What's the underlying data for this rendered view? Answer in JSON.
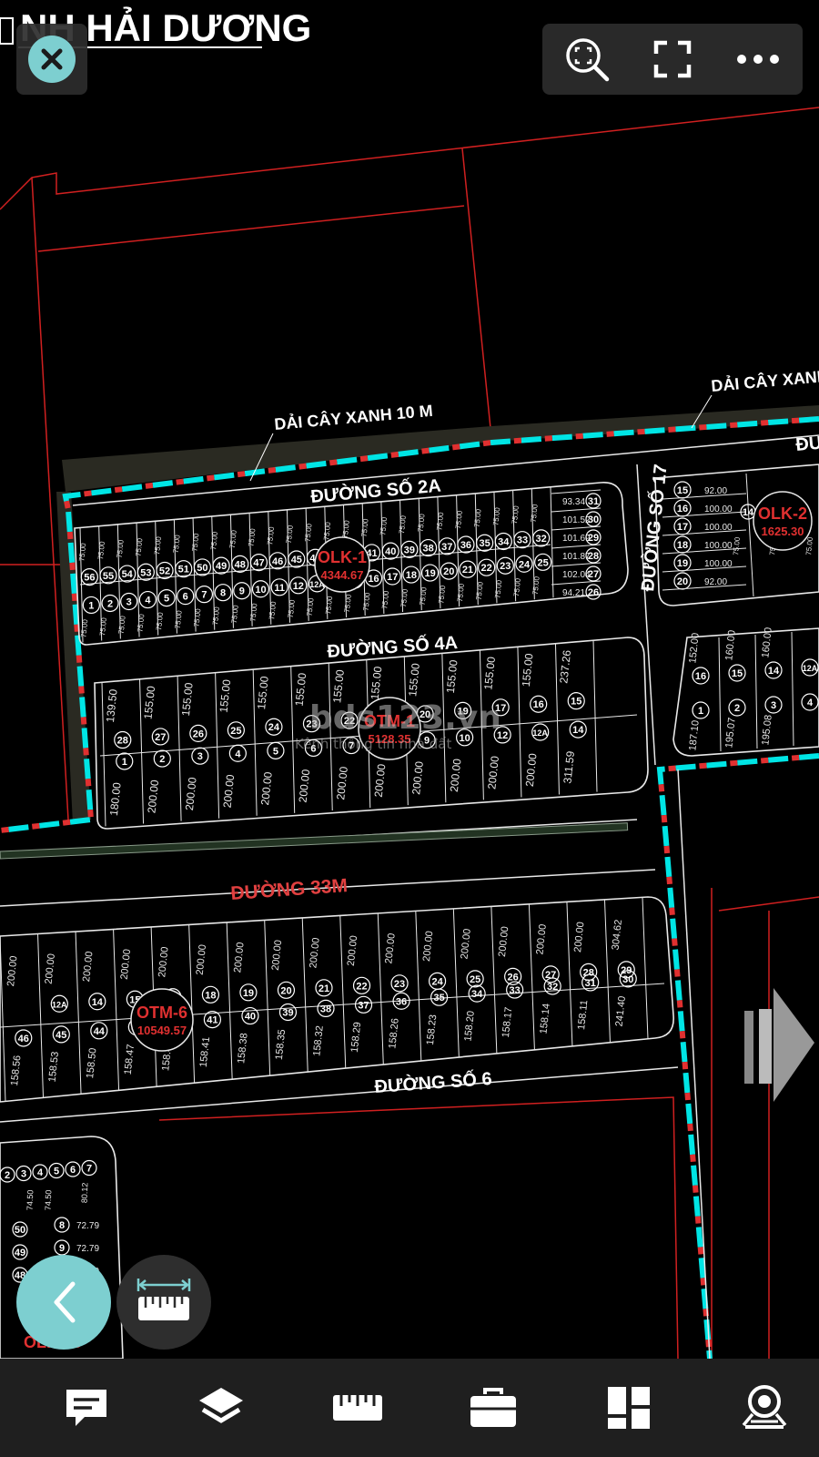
{
  "map": {
    "title": "NH HẢI DƯƠNG",
    "green_strip_left": "DẢI CÂY XANH 10 M",
    "green_strip_right": "DẢI CÂY XANH",
    "roads": {
      "r2a": "ĐƯỜNG SỐ 2A",
      "r4a": "ĐƯỜNG SỐ 4A",
      "r17": "ĐƯỜNG SỐ 17",
      "r33": "ĐƯỜNG 33M",
      "r6": "ĐƯỜNG SỐ 6",
      "r_top_right": "ĐƯ"
    },
    "blocks": [
      {
        "code": "OLK-1",
        "area": "4344.67"
      },
      {
        "code": "OLK-2",
        "area": "1625.30"
      },
      {
        "code": "OTM-1",
        "area": "5128.35"
      },
      {
        "code": "OTM-6",
        "area": "10549.57"
      },
      {
        "code": "OLK-10",
        "area": ""
      }
    ],
    "olk1_row_top": [
      "56",
      "55",
      "54",
      "53",
      "52",
      "51",
      "50",
      "49",
      "48",
      "47",
      "46",
      "45",
      "44",
      "43",
      "42",
      "41",
      "40",
      "39",
      "38",
      "37",
      "36",
      "35",
      "34",
      "33",
      "32"
    ],
    "olk1_row_bottom": [
      "1",
      "2",
      "3",
      "4",
      "5",
      "6",
      "7",
      "8",
      "9",
      "10",
      "11",
      "12",
      "12A",
      "14",
      "15",
      "16",
      "17",
      "18",
      "19",
      "20",
      "21",
      "22",
      "23",
      "24",
      "25"
    ],
    "olk1_right_lots": [
      {
        "no": "31",
        "area": "93.34"
      },
      {
        "no": "30",
        "area": "101.52"
      },
      {
        "no": "29",
        "area": "101.69"
      },
      {
        "no": "28",
        "area": "101.87"
      },
      {
        "no": "27",
        "area": "102.04"
      },
      {
        "no": "26",
        "area": "94.21"
      }
    ],
    "olk2_lots": [
      {
        "no": "15",
        "area": "92.00"
      },
      {
        "no": "16",
        "area": "100.00"
      },
      {
        "no": "17",
        "area": "100.00"
      },
      {
        "no": "18",
        "area": "100.00"
      },
      {
        "no": "19",
        "area": "100.00"
      },
      {
        "no": "20",
        "area": "92.00"
      }
    ],
    "otm1_top": [
      "28",
      "27",
      "26",
      "25",
      "24",
      "23",
      "22",
      "21",
      "20",
      "19",
      "17",
      "16",
      "15"
    ],
    "otm1_bottom": [
      "1",
      "2",
      "3",
      "4",
      "5",
      "6",
      "7",
      "8",
      "9",
      "10",
      "12",
      "12A",
      "14"
    ],
    "otm6_top": [
      "12A",
      "14",
      "15",
      "17",
      "18",
      "19",
      "20",
      "21",
      "22",
      "23",
      "24",
      "25",
      "26",
      "27",
      "28",
      "29"
    ],
    "otm6_bottom": [
      "46",
      "45",
      "44",
      "43",
      "42",
      "41",
      "40",
      "39",
      "38",
      "37",
      "36",
      "35",
      "34",
      "33",
      "32",
      "31",
      "30"
    ],
    "dims": {
      "d75": "75.00",
      "d155": "155.00",
      "d200": "200.00",
      "d180": "180.00",
      "d13950": "139.50",
      "d23726": "237.26",
      "d31159": "311.59",
      "d30462": "304.62",
      "d24140": "241.40",
      "d152": "152.00",
      "d160": "160.00",
      "d18710": "187.10",
      "d19507": "195.07",
      "d19508": "195.08",
      "d7450": "74.50",
      "d7279": "72.79",
      "d8012": "80.12"
    },
    "watermark_main": "bds123.vn",
    "watermark_sub": "Kênh thông tin nhà đất",
    "colors": {
      "accent": "#7dcfd0",
      "boundary": "#00e5e5",
      "lot_red": "#e03030",
      "road_line": "#e8e8e8"
    }
  },
  "toolbar_top": {
    "close_icon": "close-icon",
    "zoom_icon": "zoom-fit-icon",
    "fullscreen_icon": "fullscreen-icon",
    "more_icon": "more-icon"
  },
  "floating": {
    "back_icon": "chevron-left-icon",
    "measure_icon": "measure-ruler-icon"
  },
  "bottom_bar": {
    "items": [
      "comment-icon",
      "layers-icon",
      "ruler-icon",
      "briefcase-icon",
      "grid-icon",
      "location-view-icon"
    ]
  }
}
